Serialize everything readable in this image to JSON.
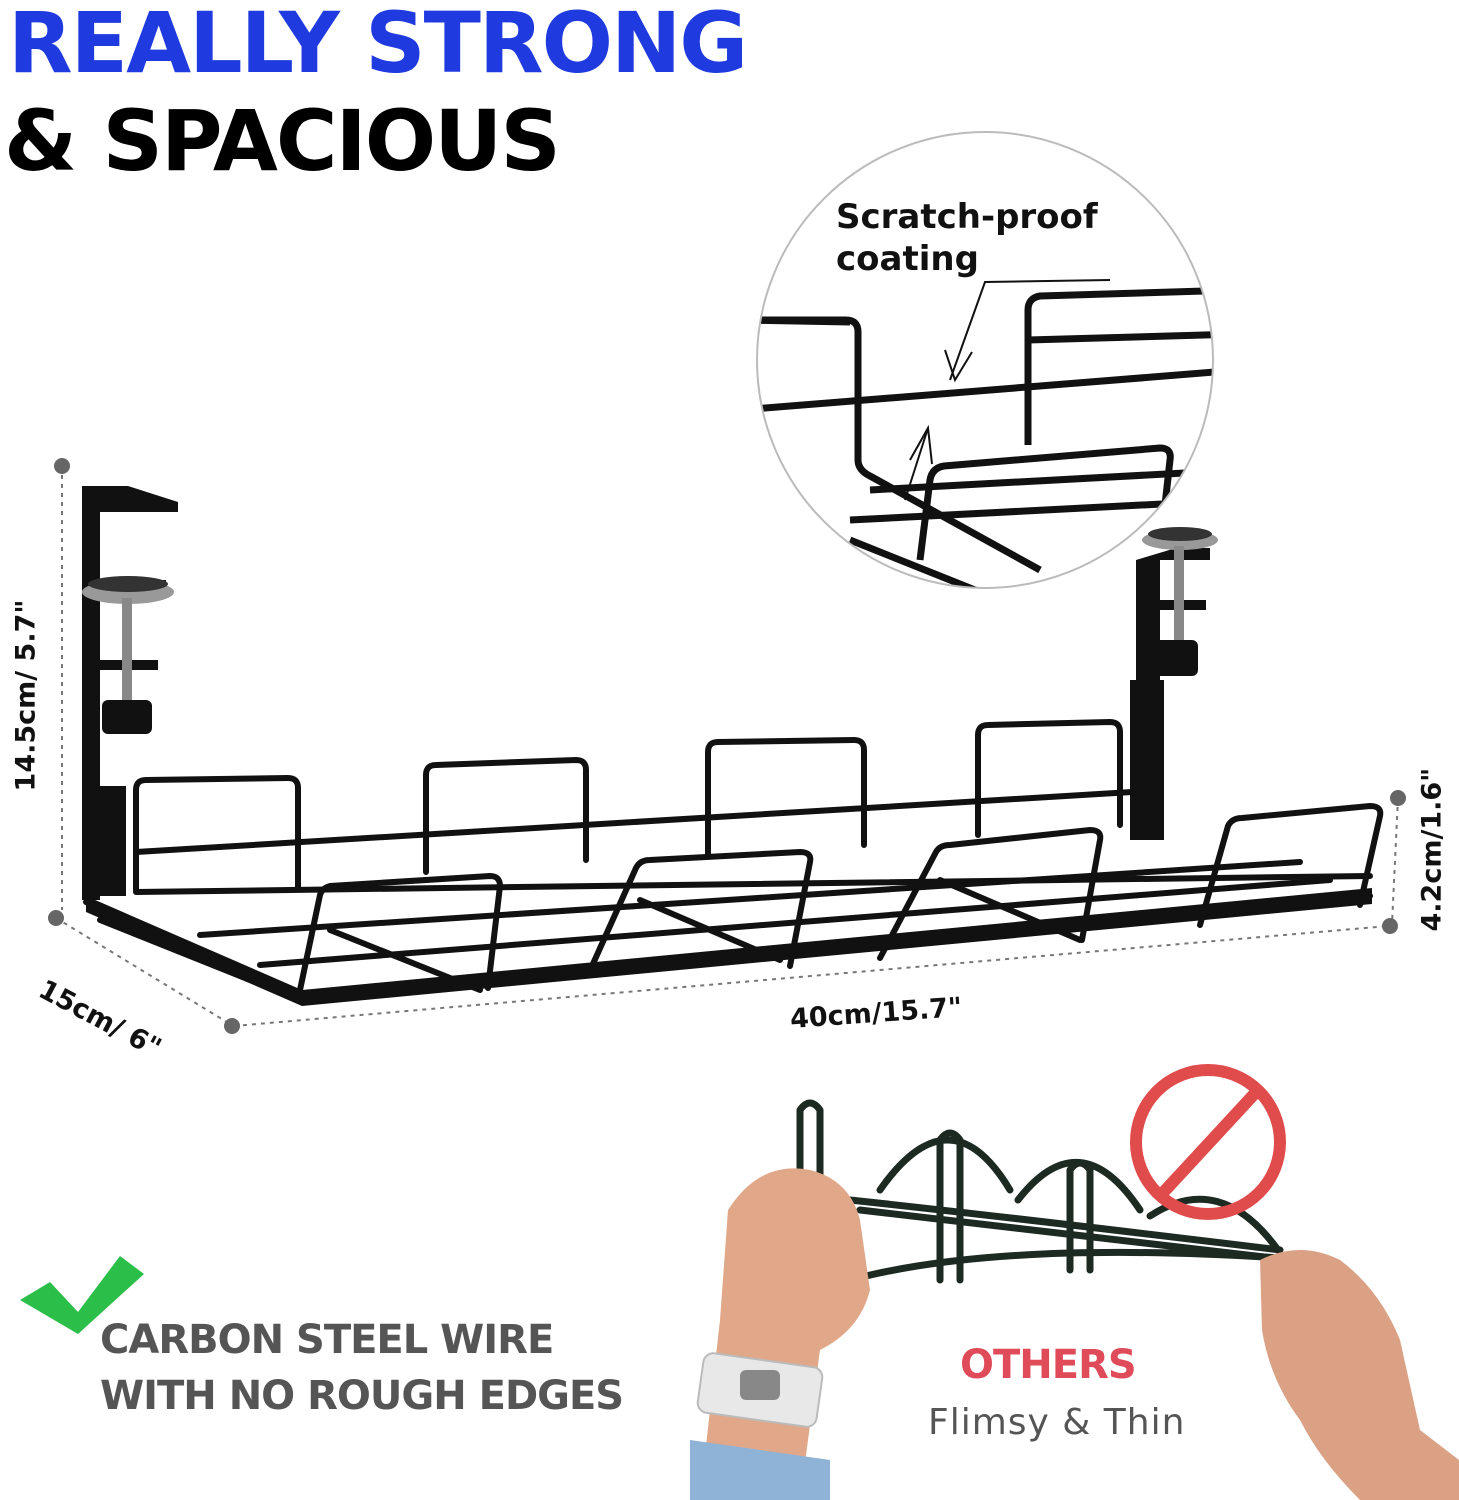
{
  "headline": {
    "line1": "REALLY STRONG",
    "line2": "& SPACIOUS",
    "line1_color": "#1f3be0",
    "line2_color": "#000000"
  },
  "callout": {
    "label_line1": "Scratch-proof",
    "label_line2": "coating"
  },
  "dimensions": {
    "height": "14.5cm/ 5.7\"",
    "depth": "15cm/ 6\"",
    "width": "40cm/15.7\"",
    "side_height": "4.2cm/1.6\""
  },
  "feature": {
    "icon": "checkmark-icon",
    "icon_color": "#2bbf4a",
    "line1": "CARBON STEEL WIRE",
    "line2": "WITH NO ROUGH EDGES"
  },
  "comparison": {
    "icon": "prohibited-icon",
    "icon_color": "#e04b4b",
    "title": "OTHERS",
    "title_color": "#e04b5a",
    "subtitle": "Flimsy & Thin"
  }
}
